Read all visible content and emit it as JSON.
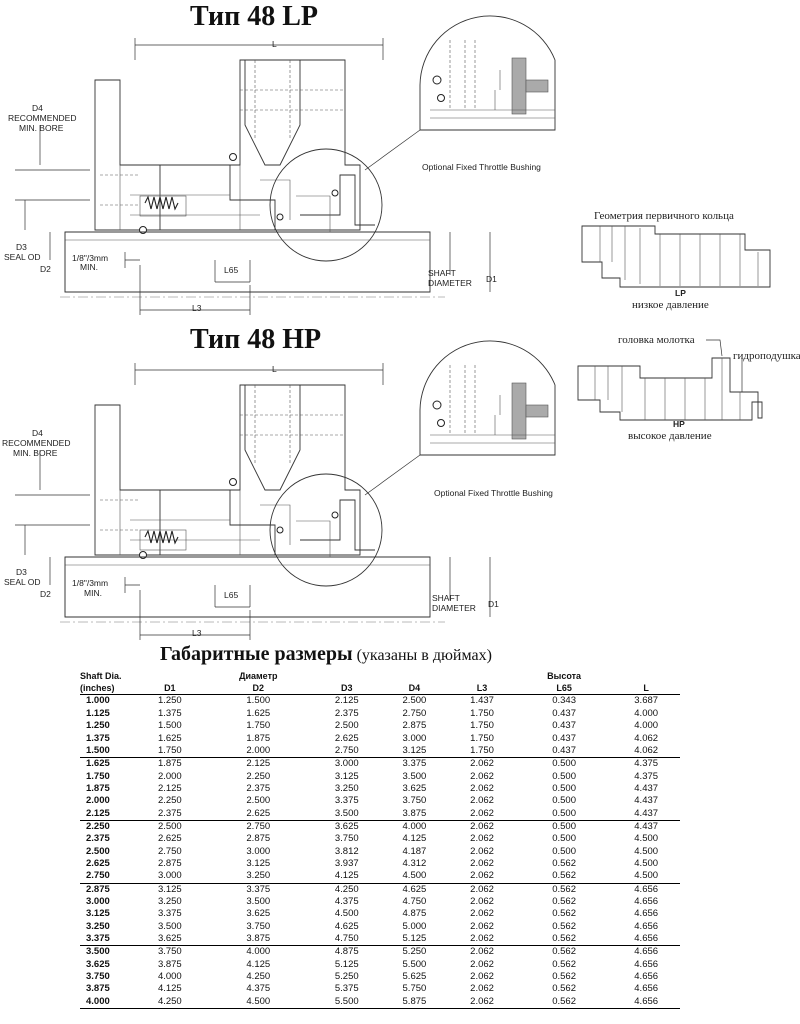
{
  "lp": {
    "title": "Тип 48 LP",
    "labels": {
      "length": "L",
      "d4": "D4",
      "rec": "RECOMMENDED",
      "minbore": "MIN. BORE",
      "d3": "D3",
      "sealod": "SEAL OD",
      "d2": "D2",
      "clearance": "1/8\"/3mm",
      "min": "MIN.",
      "l65": "L65",
      "l3": "L3",
      "shaft": "SHAFT",
      "diameter": "DIAMETER",
      "d1": "D1",
      "bushing": "Optional Fixed Throttle Bushing"
    }
  },
  "hp": {
    "title": "Тип 48 HP",
    "labels": {
      "length": "L",
      "d4": "D4",
      "rec": "RECOMMENDED",
      "minbore": "MIN. BORE",
      "d3": "D3",
      "sealod": "SEAL OD",
      "d2": "D2",
      "clearance": "1/8\"/3mm",
      "min": "MIN.",
      "l65": "L65",
      "l3": "L3",
      "shaft": "SHAFT",
      "diameter": "DIAMETER",
      "d1": "D1",
      "bushing": "Optional Fixed Throttle Bushing"
    }
  },
  "ring_lp": {
    "heading": "Геометрия первичного кольца",
    "code": "LP",
    "caption": "низкое давление"
  },
  "ring_hp": {
    "hammer": "головка молотка",
    "hydro": "гидроподушка",
    "code": "HP",
    "caption": "высокое давление"
  },
  "dims": {
    "title": "Габаритные размеры",
    "subtitle": "(указаны в дюймах)",
    "group_diameter": "Диаметр",
    "group_height": "Высота",
    "shaft_col_1": "Shaft Dia.",
    "shaft_col_2": "(inches)",
    "columns": [
      "D1",
      "D2",
      "D3",
      "D4",
      "L3",
      "L65",
      "L"
    ],
    "rows": [
      [
        "1.000",
        "1.250",
        "1.500",
        "2.125",
        "2.500",
        "1.437",
        "0.343",
        "3.687"
      ],
      [
        "1.125",
        "1.375",
        "1.625",
        "2.375",
        "2.750",
        "1.750",
        "0.437",
        "4.000"
      ],
      [
        "1.250",
        "1.500",
        "1.750",
        "2.500",
        "2.875",
        "1.750",
        "0.437",
        "4.000"
      ],
      [
        "1.375",
        "1.625",
        "1.875",
        "2.625",
        "3.000",
        "1.750",
        "0.437",
        "4.062"
      ],
      [
        "1.500",
        "1.750",
        "2.000",
        "2.750",
        "3.125",
        "1.750",
        "0.437",
        "4.062"
      ],
      [
        "1.625",
        "1.875",
        "2.125",
        "3.000",
        "3.375",
        "2.062",
        "0.500",
        "4.375"
      ],
      [
        "1.750",
        "2.000",
        "2.250",
        "3.125",
        "3.500",
        "2.062",
        "0.500",
        "4.375"
      ],
      [
        "1.875",
        "2.125",
        "2.375",
        "3.250",
        "3.625",
        "2.062",
        "0.500",
        "4.437"
      ],
      [
        "2.000",
        "2.250",
        "2.500",
        "3.375",
        "3.750",
        "2.062",
        "0.500",
        "4.437"
      ],
      [
        "2.125",
        "2.375",
        "2.625",
        "3.500",
        "3.875",
        "2.062",
        "0.500",
        "4.437"
      ],
      [
        "2.250",
        "2.500",
        "2.750",
        "3.625",
        "4.000",
        "2.062",
        "0.500",
        "4.437"
      ],
      [
        "2.375",
        "2.625",
        "2.875",
        "3.750",
        "4.125",
        "2.062",
        "0.500",
        "4.500"
      ],
      [
        "2.500",
        "2.750",
        "3.000",
        "3.812",
        "4.187",
        "2.062",
        "0.500",
        "4.500"
      ],
      [
        "2.625",
        "2.875",
        "3.125",
        "3.937",
        "4.312",
        "2.062",
        "0.562",
        "4.500"
      ],
      [
        "2.750",
        "3.000",
        "3.250",
        "4.125",
        "4.500",
        "2.062",
        "0.562",
        "4.500"
      ],
      [
        "2.875",
        "3.125",
        "3.375",
        "4.250",
        "4.625",
        "2.062",
        "0.562",
        "4.656"
      ],
      [
        "3.000",
        "3.250",
        "3.500",
        "4.375",
        "4.750",
        "2.062",
        "0.562",
        "4.656"
      ],
      [
        "3.125",
        "3.375",
        "3.625",
        "4.500",
        "4.875",
        "2.062",
        "0.562",
        "4.656"
      ],
      [
        "3.250",
        "3.500",
        "3.750",
        "4.625",
        "5.000",
        "2.062",
        "0.562",
        "4.656"
      ],
      [
        "3.375",
        "3.625",
        "3.875",
        "4.750",
        "5.125",
        "2.062",
        "0.562",
        "4.656"
      ],
      [
        "3.500",
        "3.750",
        "4.000",
        "4.875",
        "5.250",
        "2.062",
        "0.562",
        "4.656"
      ],
      [
        "3.625",
        "3.875",
        "4.125",
        "5.125",
        "5.500",
        "2.062",
        "0.562",
        "4.656"
      ],
      [
        "3.750",
        "4.000",
        "4.250",
        "5.250",
        "5.625",
        "2.062",
        "0.562",
        "4.656"
      ],
      [
        "3.875",
        "4.125",
        "4.375",
        "5.375",
        "5.750",
        "2.062",
        "0.562",
        "4.656"
      ],
      [
        "4.000",
        "4.250",
        "4.500",
        "5.500",
        "5.875",
        "2.062",
        "0.562",
        "4.656"
      ]
    ]
  }
}
